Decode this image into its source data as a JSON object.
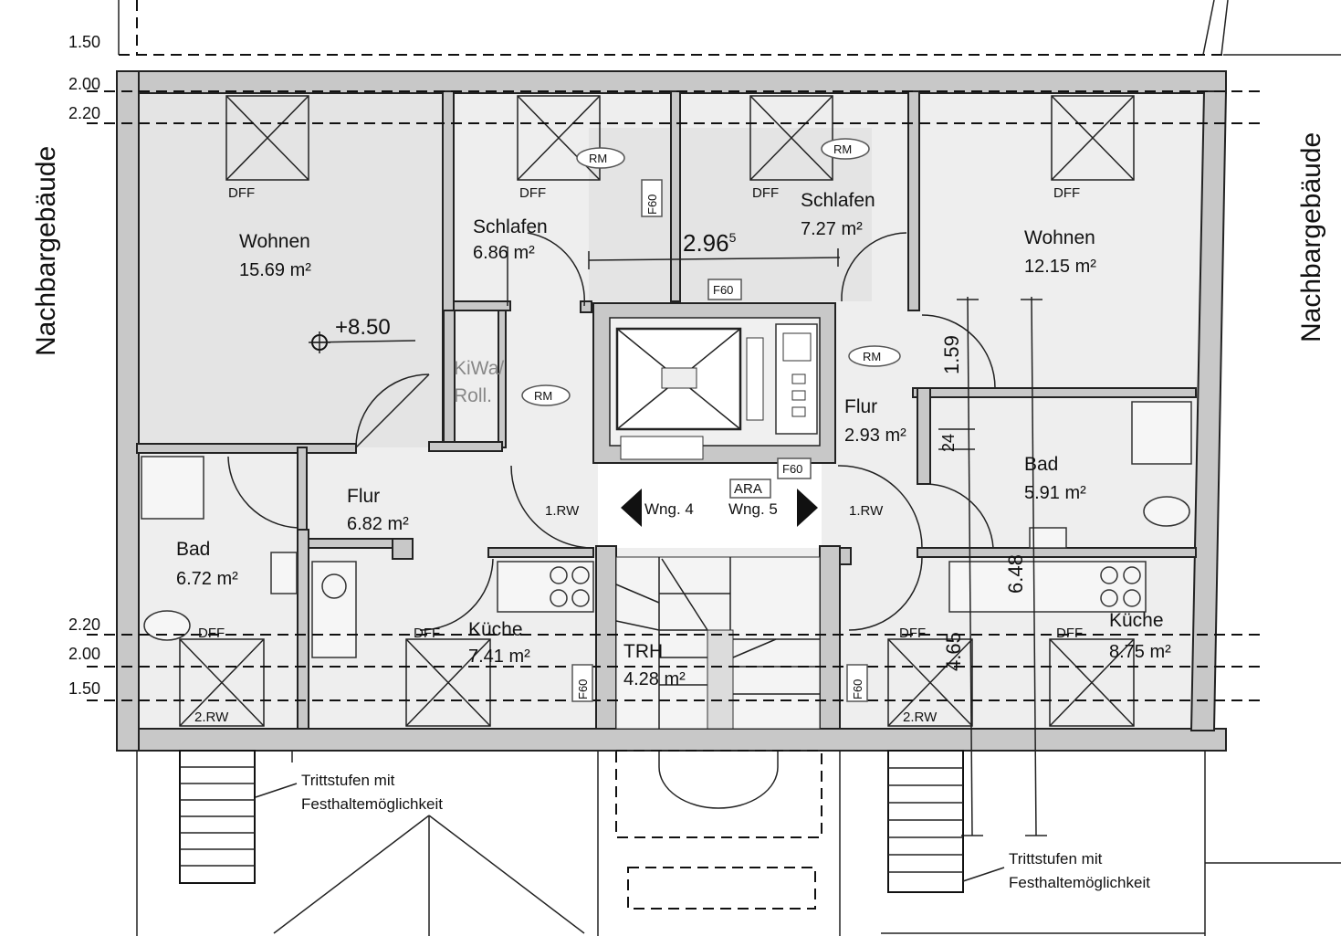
{
  "rooms": {
    "wohnen_left": {
      "name": "Wohnen",
      "area": "15.69 m²"
    },
    "schlafen_left": {
      "name": "Schlafen",
      "area": "6.86 m²"
    },
    "schlafen_right": {
      "name": "Schlafen",
      "area": "7.27 m²"
    },
    "wohnen_right": {
      "name": "Wohnen",
      "area": "12.15 m²"
    },
    "flur_left": {
      "name": "Flur",
      "area": "6.82 m²"
    },
    "bad_left": {
      "name": "Bad",
      "area": "6.72 m²"
    },
    "kueche_left": {
      "name": "Küche",
      "area": "7.41 m²"
    },
    "trh": {
      "name": "TRH",
      "area": "4.28 m²"
    },
    "flur_right": {
      "name": "Flur",
      "area": "2.93 m²"
    },
    "bad_right": {
      "name": "Bad",
      "area": "5.91 m²"
    },
    "kueche_right": {
      "name": "Küche",
      "area": "8.75 m²"
    },
    "kiwa": {
      "line1": "KiWa/",
      "line2": "Roll."
    }
  },
  "labels": {
    "neighbor_left": "Nachbargebäude",
    "neighbor_right": "Nachbargebäude",
    "wohnung_4": "Wng. 4",
    "wohnung_5": "Wng. 5",
    "ara": "ARA",
    "dff": "DFF",
    "rm": "RM",
    "f60": "F60",
    "rw1": "1.RW",
    "rw2": "2.RW",
    "tritt_left_1": "Trittstufen mit",
    "tritt_left_2": "Festhaltemöglichkeit",
    "tritt_right_1": "Trittstufen mit",
    "tritt_right_2": "Festhaltemöglichkeit"
  },
  "dimensions": {
    "line_150_top": "1.50",
    "line_200_top": "2.00",
    "line_220_top": "2.20",
    "line_220_bottom": "2.20",
    "line_200_bottom": "2.00",
    "line_150_bottom": "1.50",
    "level": "+8.50",
    "width_main": "2.96",
    "width_main_sup": "5",
    "dim_159": "1.59",
    "dim_24": "24",
    "dim_648": "6.48",
    "dim_465": "4.65"
  }
}
